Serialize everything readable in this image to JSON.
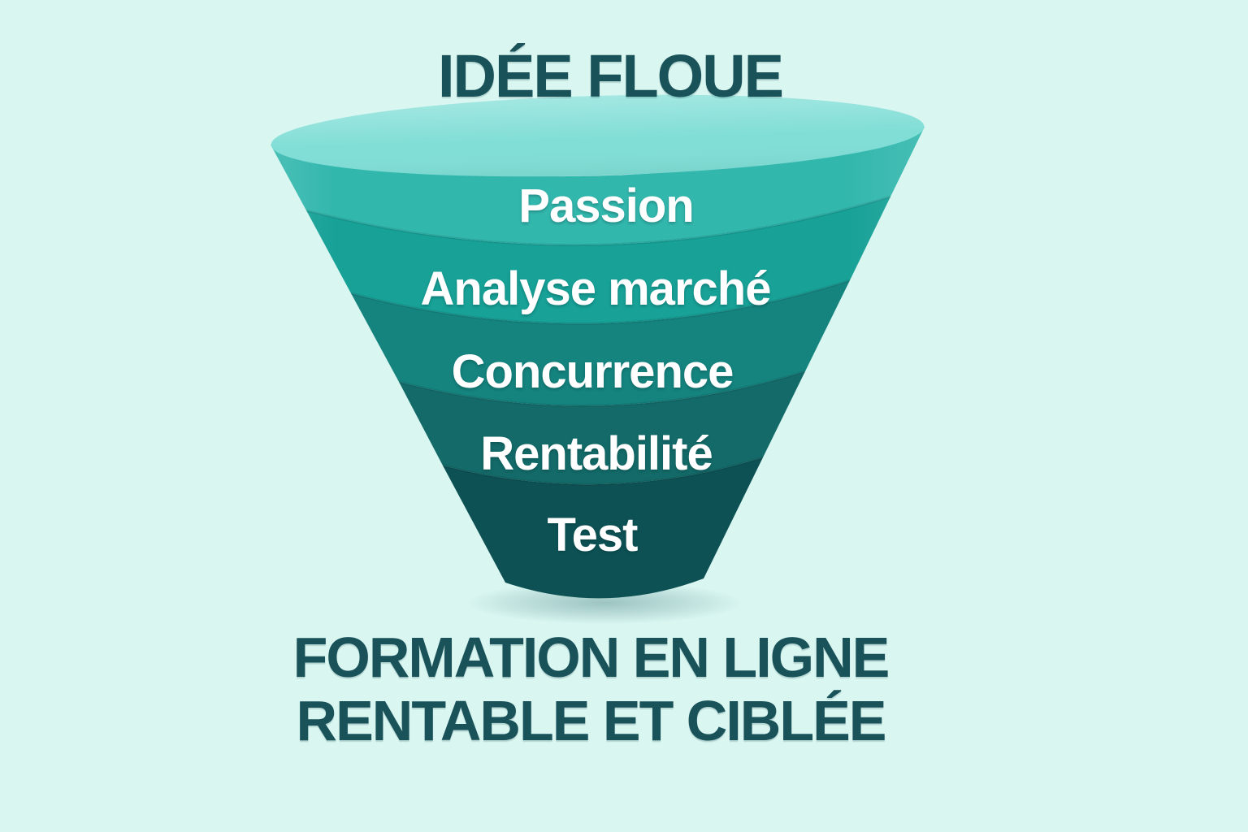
{
  "title": "IDÉE FLOUE",
  "funnel": {
    "rim_color": "#80ded6",
    "levels": [
      {
        "label": "Passion",
        "color": "#32b7ad"
      },
      {
        "label": "Analyse marché",
        "color": "#17a197"
      },
      {
        "label": "Concurrence",
        "color": "#15837e"
      },
      {
        "label": "Rentabilité",
        "color": "#136a68"
      },
      {
        "label": "Test",
        "color": "#0d5154"
      }
    ]
  },
  "caption": {
    "line1": "FORMATION EN LIGNE",
    "line2": "RENTABLE ET CIBLÉE"
  },
  "colors": {
    "background": "#d9f6f1",
    "title_text": "#1a525a",
    "label_text": "#ffffff"
  }
}
